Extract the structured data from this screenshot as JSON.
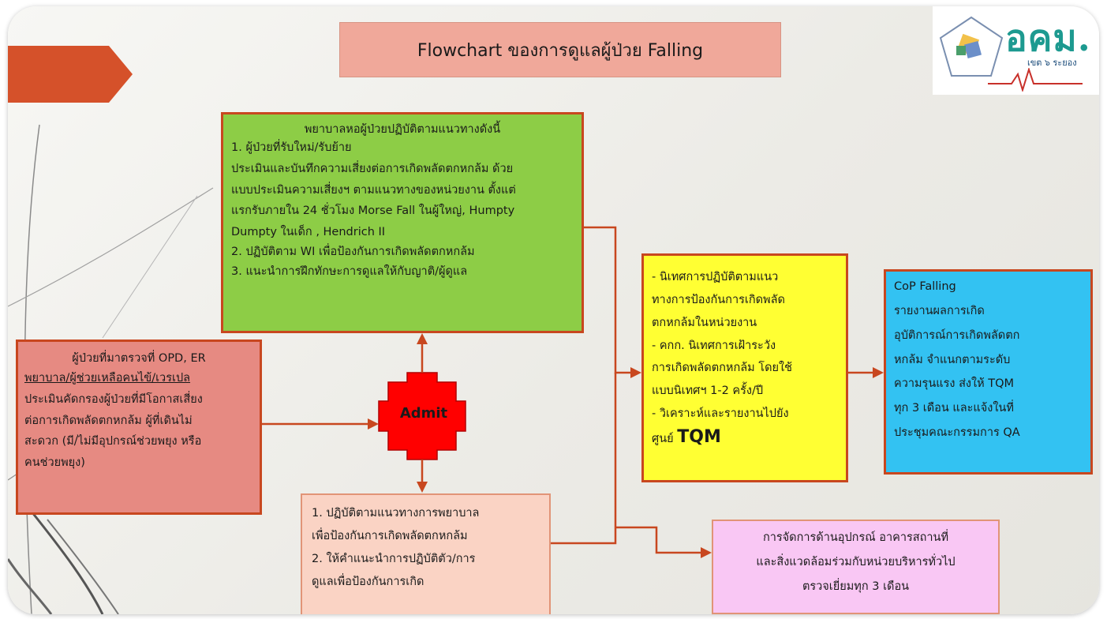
{
  "title": "Flowchart  ของการดูแลผู้ป่วย Falling",
  "logo": {
    "text": "อคม.",
    "subtext": "เขต ๖ ระยอง"
  },
  "green_box": {
    "lines": [
      "พยาบาลหอผู้ป่วยปฏิบัติตามแนวทางดังนี้",
      "1. ผู้ป่วยที่รับใหม่/รับย้าย",
      "ประเมินและบันทึกความเสี่ยงต่อการเกิดพลัดตกหกล้ม ด้วย",
      "แบบประเมินความเสี่ยงฯ ตามแนวทางของหน่วยงาน ตั้งแต่",
      "แรกรับภายใน 24 ชั่วโมง Morse Fall ในผู้ใหญ่, Humpty",
      "Dumpty ในเด็ก   , Hendrich II",
      "2. ปฏิบัติตาม WI เพื่อป้องกันการเกิดพลัดตกหกล้ม",
      "3. แนะนำการฝึกทักษะการดูแลให้กับญาติ/ผู้ดูแล"
    ]
  },
  "left_box": {
    "lines": [
      "ผู้ป่วยที่มาตรวจที่ OPD, ER",
      "พยาบาล/ผู้ช่วยเหลือคนไข้/เวรเปล",
      "ประเมินคัดกรองผู้ป่วยที่มีโอกาสเสี่ยง",
      "ต่อการเกิดพลัดตกหกล้ม ผู้ที่เดินไม่",
      "สะดวก (มี/ไม่มีอุปกรณ์ช่วยพยุง หรือ",
      "คนช่วยพยุง)"
    ]
  },
  "admit": {
    "label": "Admit"
  },
  "peach_box": {
    "lines": [
      "1. ปฏิบัติตามแนวทางการพยาบาล",
      "เพื่อป้องกันการเกิดพลัดตกหกล้ม",
      "2. ให้คำแนะนำการปฏิบัติตัว/การ",
      "ดูแลเพื่อป้องกันการเกิด"
    ]
  },
  "yellow_box": {
    "lines": [
      "- นิเทศการปฏิบัติตามแนว",
      "ทางการป้องกันการเกิดพลัด",
      "ตกหกล้มในหน่วยงาน",
      "- คกก. นิเทศการเฝ้าระวัง",
      "การเกิดพลัดตกหกล้ม โดยใช้",
      "แบบนิเทศฯ 1-2 ครั้ง/ปี",
      "- วิเคราะห์และรายงานไปยัง"
    ],
    "last_prefix": "ศูนย์ ",
    "last_big": "TQM"
  },
  "blue_box": {
    "lines": [
      "CoP Falling",
      "รายงานผลการเกิด",
      "อุบัติการณ์การเกิดพลัดตก",
      "หกล้ม จำแนกตามระดับ",
      "ความรุนแรง ส่งให้ TQM",
      "ทุก 3 เดือน และแจ้งในที่",
      "ประชุมคณะกรรมการ QA"
    ]
  },
  "pink_box": {
    "lines": [
      "การจัดการด้านอุปกรณ์ อาคารสถานที่",
      "และสิ่งแวดล้อมร่วมกับหน่วยบริหารทั่วไป",
      "ตรวจเยี่ยมทุก 3 เดือน"
    ]
  },
  "colors": {
    "arrow": "#c8471f",
    "green": "#8dcd46",
    "yellow": "#ffff33",
    "blue": "#33c2f2",
    "pink": "#f9c7f4",
    "salmon": "#e68a82",
    "peach": "#fad3c4",
    "admit": "#ff0000"
  }
}
